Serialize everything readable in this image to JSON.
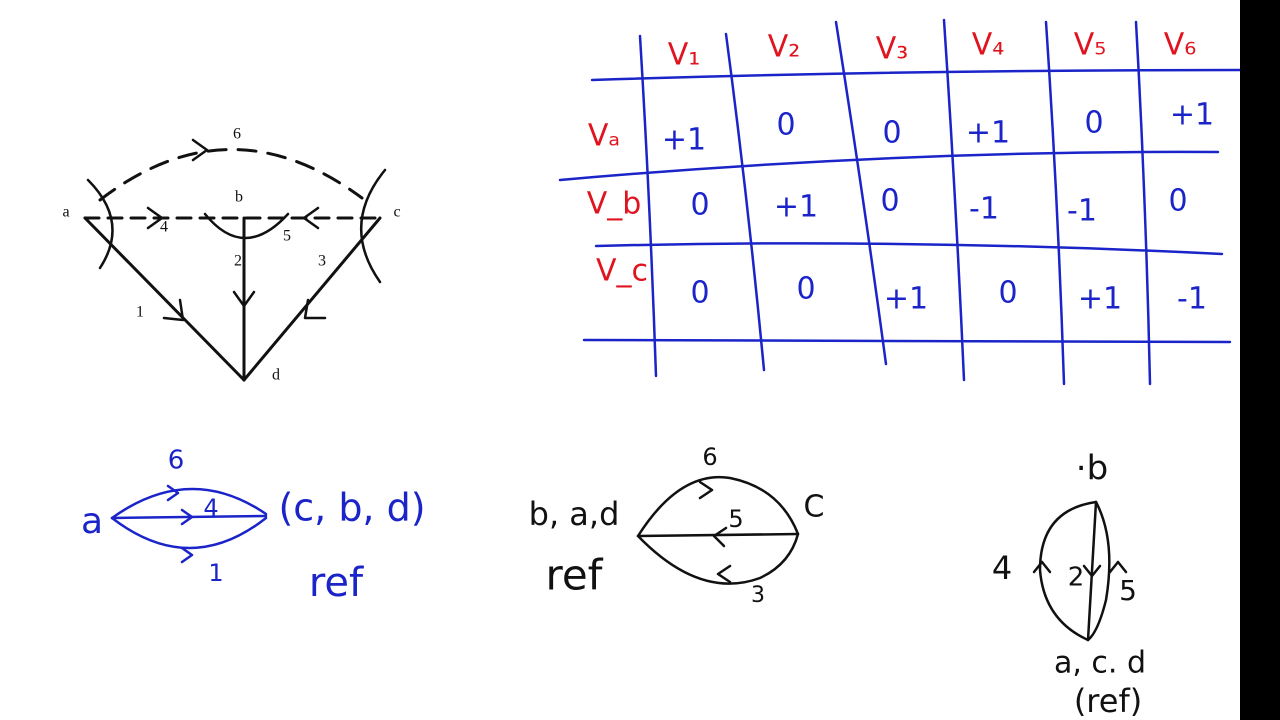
{
  "circuit": {
    "nodes": {
      "a": "a",
      "b": "b",
      "c": "c",
      "d": "d"
    },
    "branches": {
      "b1": "1",
      "b2": "2",
      "b3": "3",
      "b4": "4",
      "b5": "5",
      "b6": "6"
    }
  },
  "cutset_table": {
    "columns": [
      "V₁",
      "V₂",
      "V₃",
      "V₄",
      "V₅",
      "V₆"
    ],
    "rows": [
      {
        "label": "Vₐ",
        "values": [
          "+1",
          "0",
          "0",
          "+1",
          "0",
          "+1"
        ]
      },
      {
        "label": "V_b",
        "values": [
          "0",
          "+1",
          "0",
          "-1",
          "-1",
          "0"
        ]
      },
      {
        "label": "V_c",
        "values": [
          "0",
          "0",
          "+1",
          "0",
          "+1",
          "-1"
        ]
      }
    ]
  },
  "sketches": {
    "s1": {
      "left": "a",
      "right": "(c, b, d)",
      "ref": "ref",
      "top": "6",
      "mid": "4",
      "bottom": "1"
    },
    "s2": {
      "left": "b, a,d",
      "ref": "ref",
      "right": "C",
      "top": "6",
      "mid": "5",
      "bottom": "3"
    },
    "s3": {
      "top": "·b",
      "left": "4",
      "mid": "2",
      "right": "5",
      "bottom": "a, c. d",
      "ref": "(ref)"
    }
  },
  "colors": {
    "black": "#111111",
    "blue": "#1a24c8",
    "red": "#e0141e"
  }
}
